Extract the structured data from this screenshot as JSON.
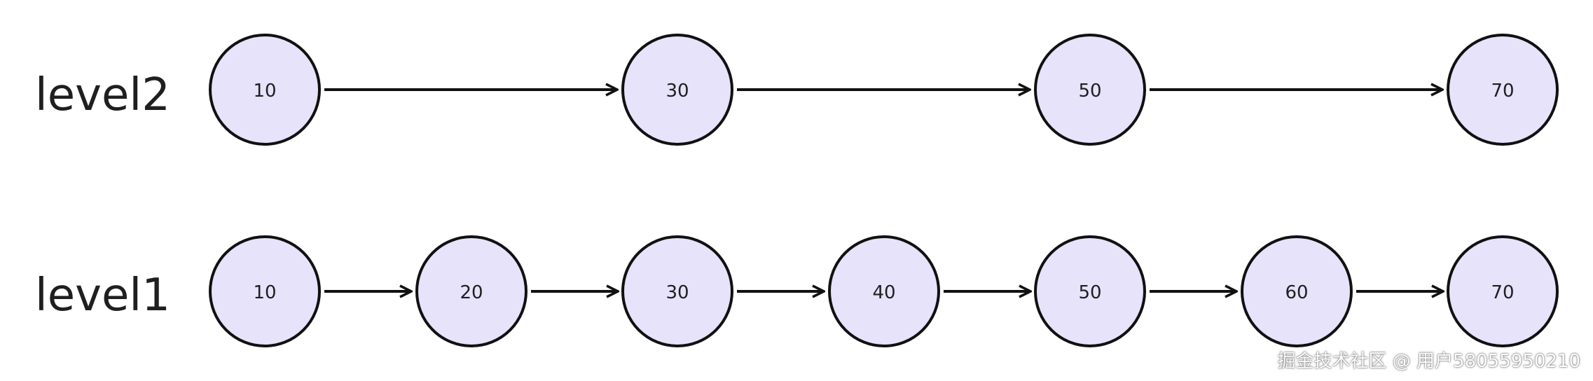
{
  "levels": [
    {
      "label": "level2",
      "nodes": [
        "10",
        "30",
        "50",
        "70"
      ]
    },
    {
      "label": "level1",
      "nodes": [
        "10",
        "20",
        "30",
        "40",
        "50",
        "60",
        "70"
      ]
    }
  ],
  "watermark": "掘金技术社区 @ 用户58055950210",
  "colors": {
    "node_fill": "#e6e3fb",
    "stroke": "#111111",
    "text": "#1f1f1f"
  }
}
